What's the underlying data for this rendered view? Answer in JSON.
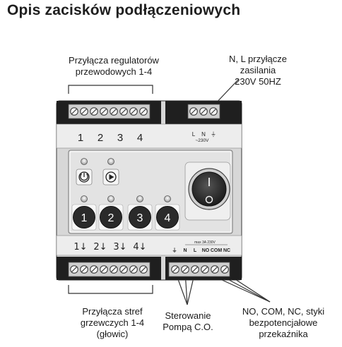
{
  "title": "Opis zacisków podłączeniowych",
  "callouts": {
    "regulators": [
      "Przyłącza regulatorów",
      "przewodowych 1-4"
    ],
    "power": [
      "N, L przyłącze",
      "zasilania",
      "230V 50HZ"
    ],
    "zones": [
      "Przyłącza stref",
      "grzewczych 1-4",
      "(głowic)"
    ],
    "pump": [
      "Sterowanie",
      "Pompą C.O."
    ],
    "relay": [
      "NO, COM, NC, styki",
      "bezpotencjałowe",
      "przekaźnika"
    ]
  },
  "device": {
    "top_numbers": [
      "1",
      "2",
      "3",
      "4"
    ],
    "power_marks": [
      "L",
      "N",
      "⏚"
    ],
    "power_sub": "~230V",
    "bottom_zone_labels": [
      "1↓",
      "2↓",
      "3↓",
      "4↓"
    ],
    "relay_rating": "max 3A 230V",
    "relay_terms": [
      "⏚",
      "N",
      "L",
      "NO",
      "COM",
      "NC"
    ],
    "zone_buttons": [
      "1",
      "2",
      "3",
      "4"
    ],
    "icons": [
      "power-icon",
      "play-icon"
    ]
  }
}
